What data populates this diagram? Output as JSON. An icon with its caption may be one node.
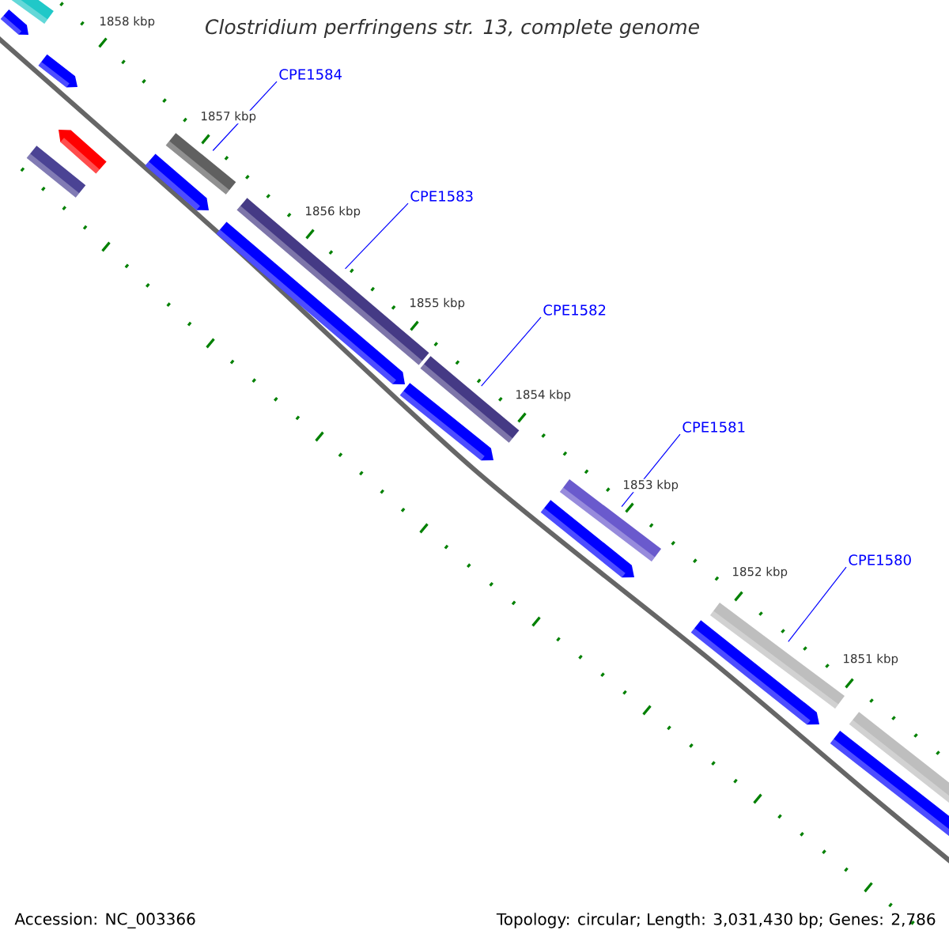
{
  "diagram": {
    "title": "Clostridium perfringens str. 13, complete genome",
    "nodes": [
      {
        "text": [
          "CPE1584"
        ]
      },
      {
        "text": [
          "CPE1583"
        ]
      },
      {
        "text": [
          "CPE1582"
        ]
      },
      {
        "text": [
          "CPE1581"
        ]
      },
      {
        "text": [
          "CPE1580"
        ]
      },
      {
        "text": [],
        "shape": "arrow"
      },
      {
        "text": [],
        "shape": "bar"
      },
      {
        "text": [],
        "shape": "bar"
      },
      {
        "text": [],
        "shape": "arrow"
      },
      {
        "text": [],
        "shape": "arrow"
      },
      {
        "text": [],
        "shape": "arrow"
      },
      {
        "text": [],
        "shape": "bar"
      },
      {
        "text": [],
        "shape": "arrow"
      },
      {
        "text": [],
        "shape": "bar"
      },
      {
        "text": [],
        "shape": "arrow"
      },
      {
        "text": [],
        "shape": "bar"
      },
      {
        "text": [],
        "shape": "arrow"
      },
      {
        "text": [],
        "shape": "bar"
      },
      {
        "text": [],
        "shape": "arrow"
      },
      {
        "text": [],
        "shape": "bar"
      },
      {
        "text": [],
        "shape": "arrow"
      },
      {
        "text": [],
        "shape": "bar"
      }
    ],
    "edges": [
      {
        "from": 0,
        "to": 11,
        "arrow": "none"
      },
      {
        "from": 1,
        "to": 13,
        "arrow": "none"
      },
      {
        "from": 2,
        "to": 15,
        "arrow": "none"
      },
      {
        "from": 3,
        "to": 17,
        "arrow": "none"
      },
      {
        "from": 4,
        "to": 19,
        "arrow": "none"
      }
    ],
    "labels": [
      "1858 kbp",
      "1857 kbp",
      "1856 kbp",
      "1855 kbp",
      "1854 kbp",
      "1853 kbp",
      "1852 kbp",
      "1851 kbp",
      "Accession: NC_003366",
      "Topology: circular; Length: 3,031,430 bp; Genes: 2,786"
    ]
  }
}
